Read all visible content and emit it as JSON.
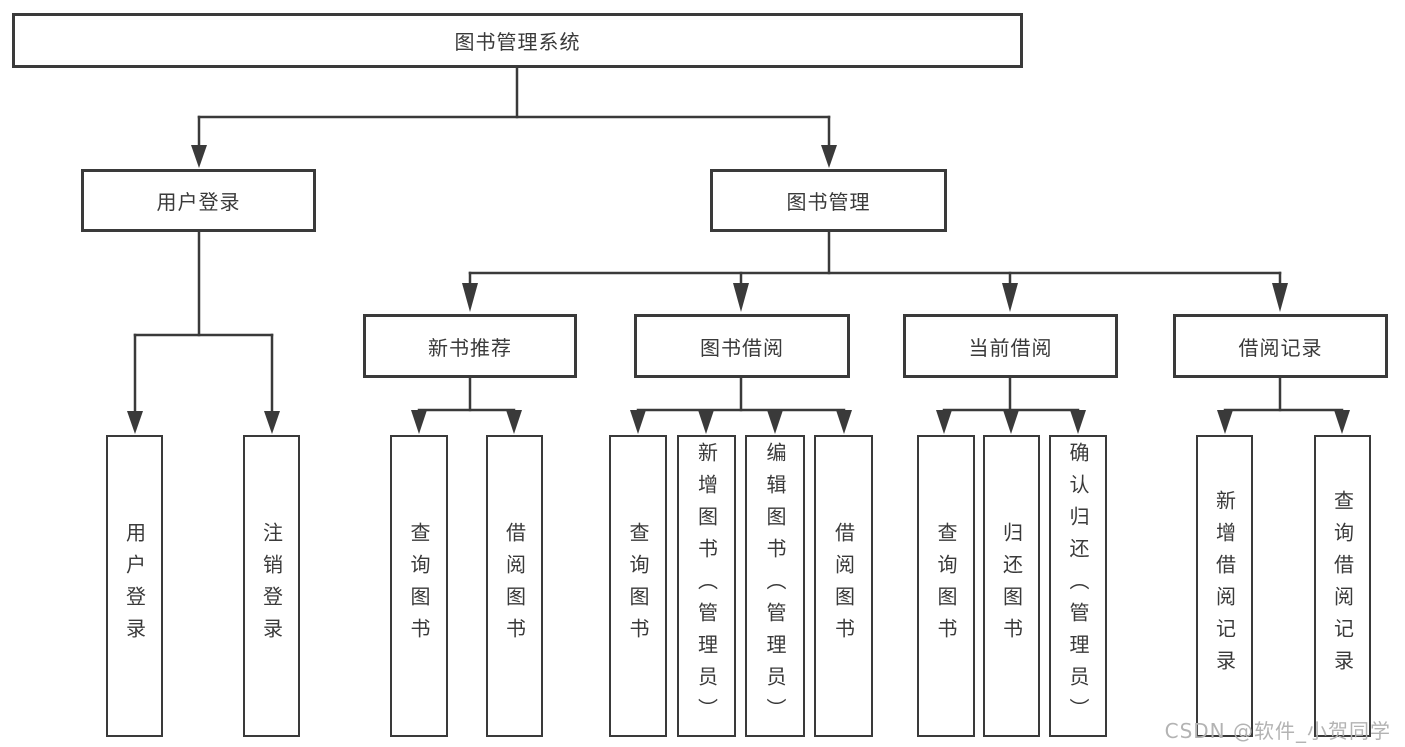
{
  "diagram": {
    "root": {
      "label": "图书管理系统"
    },
    "branches": [
      {
        "label": "用户登录",
        "children": [
          {
            "label": "用户登录"
          },
          {
            "label": "注销登录"
          }
        ]
      },
      {
        "label": "图书管理",
        "children": [
          {
            "label": "新书推荐",
            "children": [
              {
                "label": "查询图书"
              },
              {
                "label": "借阅图书"
              }
            ]
          },
          {
            "label": "图书借阅",
            "children": [
              {
                "label": "查询图书"
              },
              {
                "label": "新增图书（管理员）"
              },
              {
                "label": "编辑图书（管理员）"
              },
              {
                "label": "借阅图书"
              }
            ]
          },
          {
            "label": "当前借阅",
            "children": [
              {
                "label": "查询图书"
              },
              {
                "label": "归还图书"
              },
              {
                "label": "确认归还（管理员）"
              }
            ]
          },
          {
            "label": "借阅记录",
            "children": [
              {
                "label": "新增借阅记录"
              },
              {
                "label": "查询借阅记录"
              }
            ]
          }
        ]
      }
    ]
  },
  "watermark": {
    "text": "CSDN @软件_小贺同学"
  },
  "colors": {
    "line": "#3a3a3a",
    "text": "#3a3a3a",
    "background": "#ffffff",
    "watermark": "#b3b3b3"
  }
}
